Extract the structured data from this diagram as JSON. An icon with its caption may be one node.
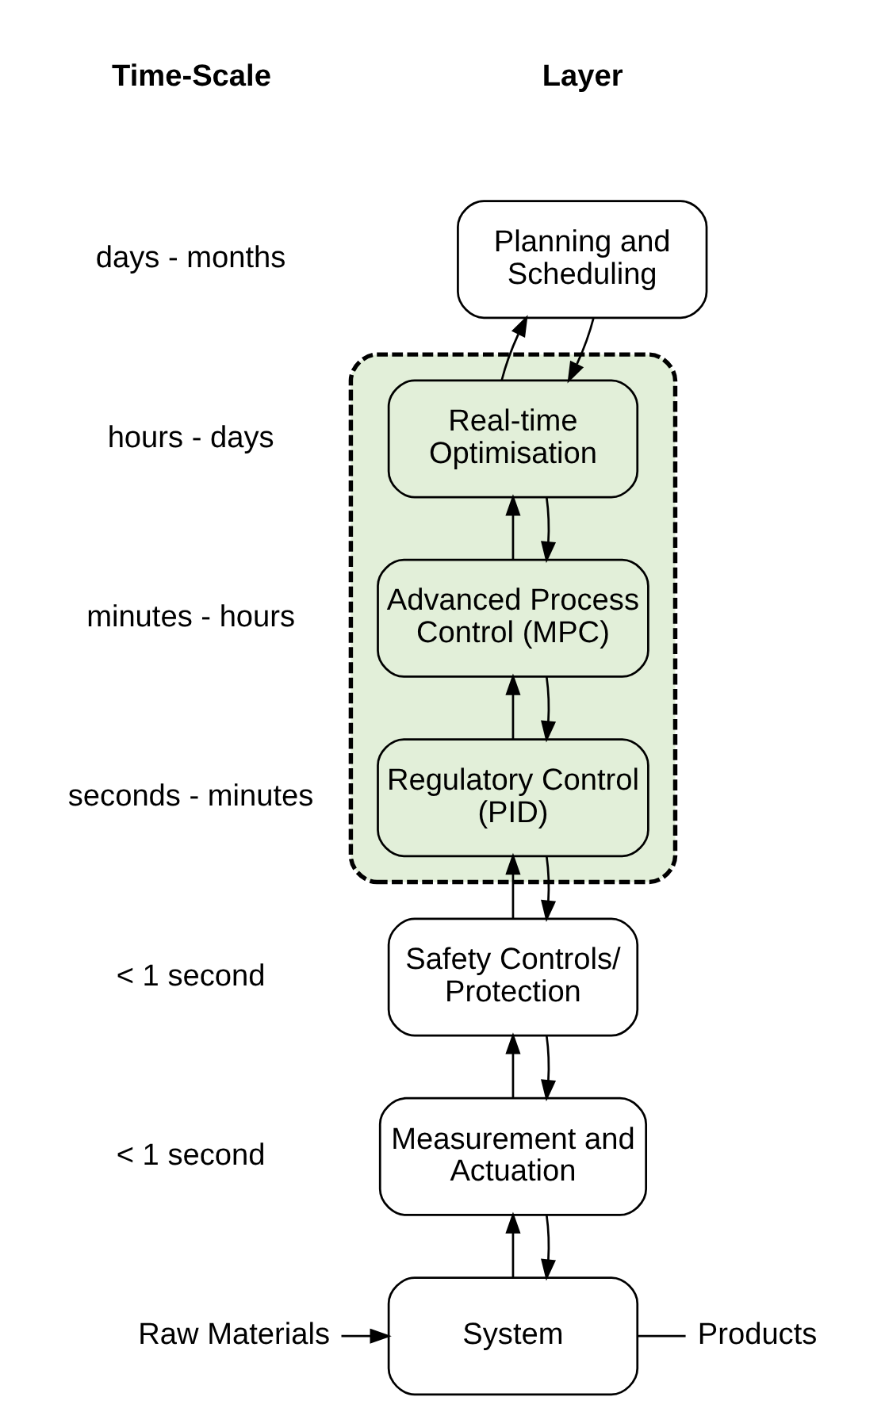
{
  "diagram": {
    "nodes": [
      {
        "text": [
          "Planning and Scheduling"
        ]
      },
      {
        "text": [],
        "shape": "box"
      },
      {
        "text": [
          "Real-time Optimisation"
        ],
        "in": 1
      },
      {
        "text": [
          "Advanced Process Control (MPC)"
        ],
        "in": 1
      },
      {
        "text": [
          "Regulatory Control (PID)"
        ],
        "in": 1
      },
      {
        "text": [
          "Safety Controls/ Protection"
        ]
      },
      {
        "text": [
          "Measurement and Actuation"
        ]
      },
      {
        "text": [
          "System"
        ]
      },
      {
        "text": [
          "Raw Materials"
        ]
      },
      {
        "text": [
          "Products"
        ]
      }
    ],
    "edges": [
      {
        "from": 2,
        "to": 0,
        "arrow": "to"
      },
      {
        "from": 0,
        "to": 2,
        "arrow": "to"
      },
      {
        "from": 3,
        "to": 2,
        "arrow": "to"
      },
      {
        "from": 2,
        "to": 3,
        "arrow": "to"
      },
      {
        "from": 4,
        "to": 3,
        "arrow": "to"
      },
      {
        "from": 3,
        "to": 4,
        "arrow": "to"
      },
      {
        "from": 5,
        "to": 4,
        "arrow": "to"
      },
      {
        "from": 4,
        "to": 5,
        "arrow": "to"
      },
      {
        "from": 6,
        "to": 5,
        "arrow": "to"
      },
      {
        "from": 5,
        "to": 6,
        "arrow": "to"
      },
      {
        "from": 7,
        "to": 6,
        "arrow": "to"
      },
      {
        "from": 6,
        "to": 7,
        "arrow": "to"
      },
      {
        "from": 8,
        "to": 7,
        "arrow": "to"
      },
      {
        "from": 7,
        "to": 9,
        "arrow": "none"
      }
    ],
    "labels": [
      "Time-Scale",
      "Layer",
      "days - months",
      "hours - days",
      "minutes - hours",
      "seconds - minutes",
      "< 1 second",
      "< 1 second"
    ]
  }
}
